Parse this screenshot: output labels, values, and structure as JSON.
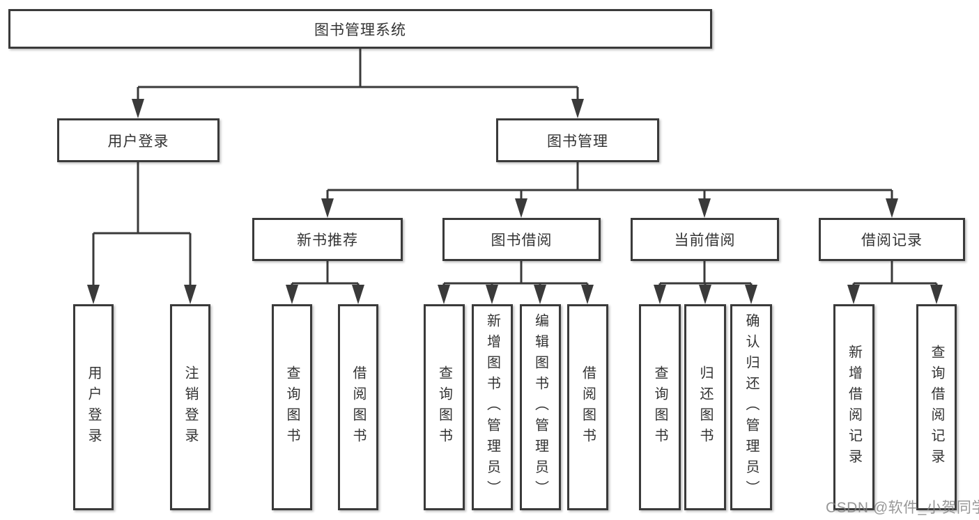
{
  "diagram": {
    "root": "图书管理系统",
    "level2": {
      "user_login": "用户登录",
      "book_mgmt": "图书管理"
    },
    "level3": {
      "new_books": "新书推荐",
      "book_borrow": "图书借阅",
      "current_borrow": "当前借阅",
      "borrow_records": "借阅记录"
    },
    "leaves": {
      "user_login": "用户登录",
      "logout": "注销登录",
      "nb_query_books": "查询图书",
      "nb_borrow_books": "借阅图书",
      "bb_query_books": "查询图书",
      "bb_add_books": "新增图书（管理员）",
      "bb_edit_books": "编辑图书（管理员）",
      "bb_borrow_books": "借阅图书",
      "cb_query_books": "查询图书",
      "cb_return_books": "归还图书",
      "cb_confirm_return": "确认归还（管理员）",
      "br_add_record": "新增借阅记录",
      "br_query_record": "查询借阅记录"
    },
    "watermark": "CSDN @软件_小贺同学",
    "colors": {
      "line": "#3a3a3a",
      "box_border": "#3a3a3a",
      "text": "#333333",
      "background": "#ffffff",
      "watermark": "#808080"
    }
  }
}
